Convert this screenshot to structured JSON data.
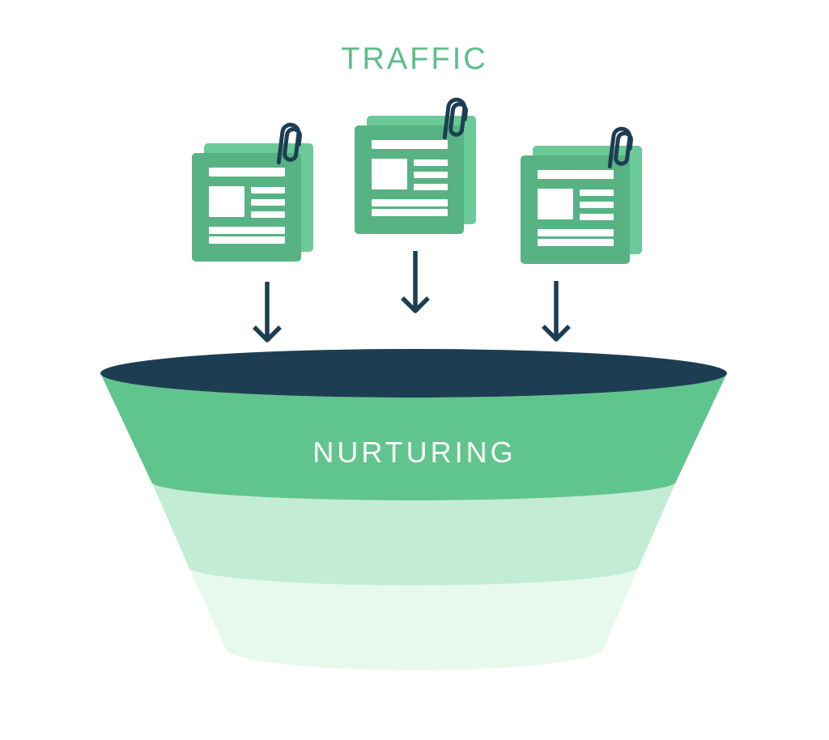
{
  "header": {
    "title": "TRAFFIC"
  },
  "funnel": {
    "stages": [
      {
        "label": "NURTURING",
        "color": "#60c58d"
      },
      {
        "label": "",
        "color": "#c3ecd4"
      },
      {
        "label": "",
        "color": "#e7f9ed"
      }
    ],
    "opening_color": "#1d3e52"
  },
  "traffic_sources": {
    "count": 3,
    "items": [
      {
        "icon": "article-with-paperclip-icon"
      },
      {
        "icon": "article-with-paperclip-icon"
      },
      {
        "icon": "article-with-paperclip-icon"
      }
    ]
  },
  "flow_arrows": {
    "count": 3,
    "direction": "down"
  },
  "colors": {
    "background": "#ffffff",
    "navy": "#1d3e52",
    "title_green": "#5ebd8a",
    "band1": "#60c58d",
    "band2": "#c3ecd4",
    "band3": "#e7f9ed",
    "icon_front_green": "#57b383",
    "icon_back_green": "#6cc998",
    "label_white": "#ffffff"
  }
}
